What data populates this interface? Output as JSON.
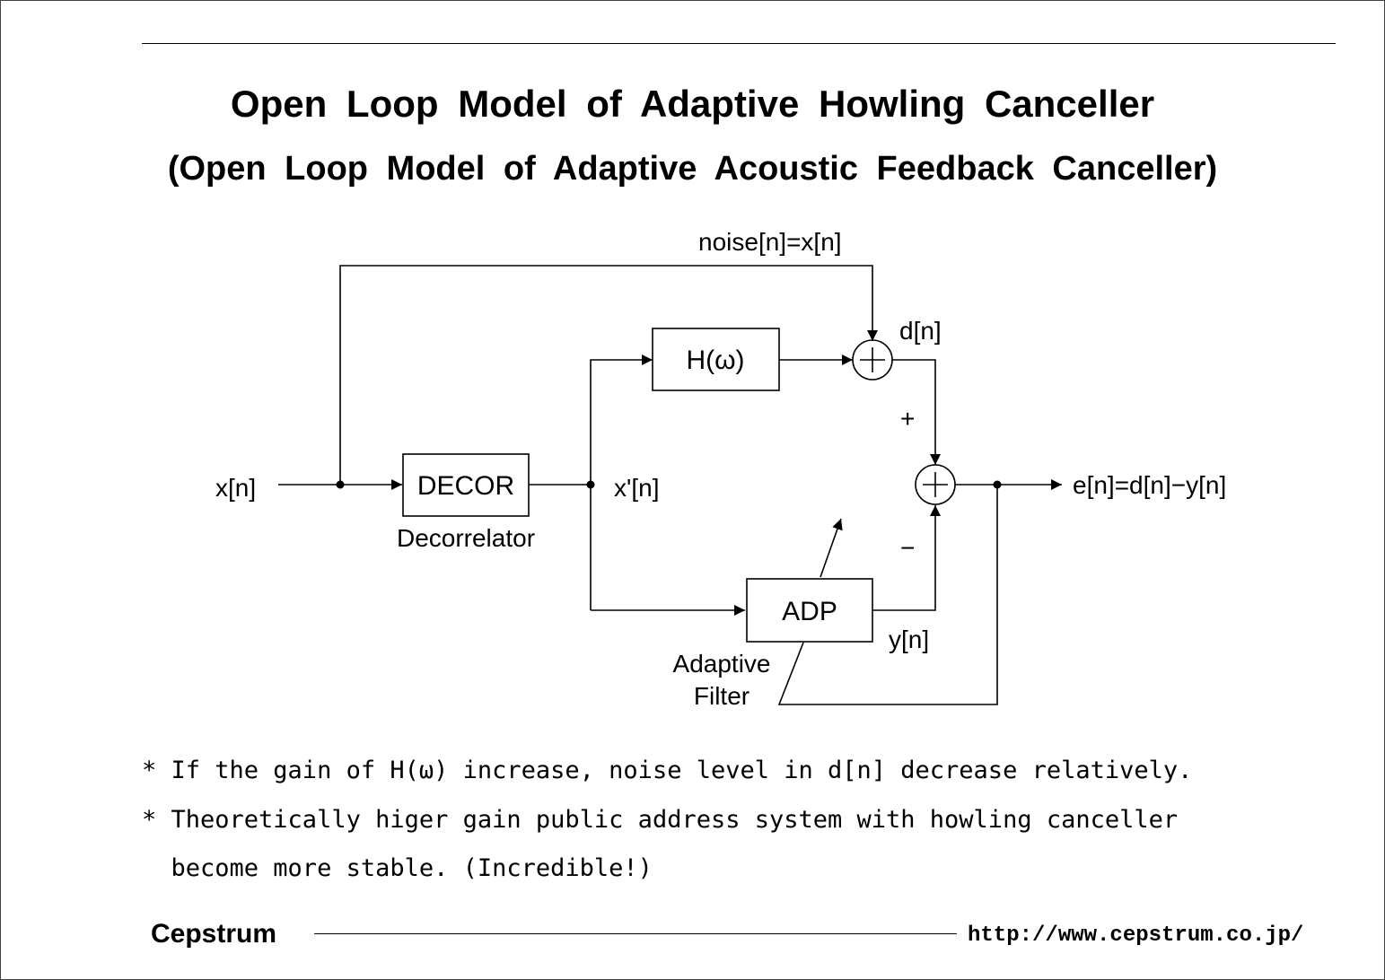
{
  "title": {
    "line1": "Open Loop Model of Adaptive Howling Canceller",
    "line2": "(Open Loop Model of Adaptive Acoustic Feedback Canceller)"
  },
  "diagram": {
    "labels": {
      "input": "x[n]",
      "noise": "noise[n]=x[n]",
      "decor_block": "DECOR",
      "decor_caption": "Decorrelator",
      "decor_output": "x'[n]",
      "h_block": "H(ω)",
      "d_signal": "d[n]",
      "plus_sign": "+",
      "minus_sign": "−",
      "output": "e[n]=d[n]−y[n]",
      "adp_block": "ADP",
      "adp_caption_1": "Adaptive",
      "adp_caption_2": "Filter",
      "y_signal": "y[n]"
    }
  },
  "notes": [
    "* If the gain of H(ω) increase, noise level in d[n] decrease relatively.",
    "* Theoretically higer gain public address system with howling canceller",
    "  become more stable. (Incredible!)"
  ],
  "footer": {
    "brand": "Cepstrum",
    "url": "http://www.cepstrum.co.jp/"
  }
}
